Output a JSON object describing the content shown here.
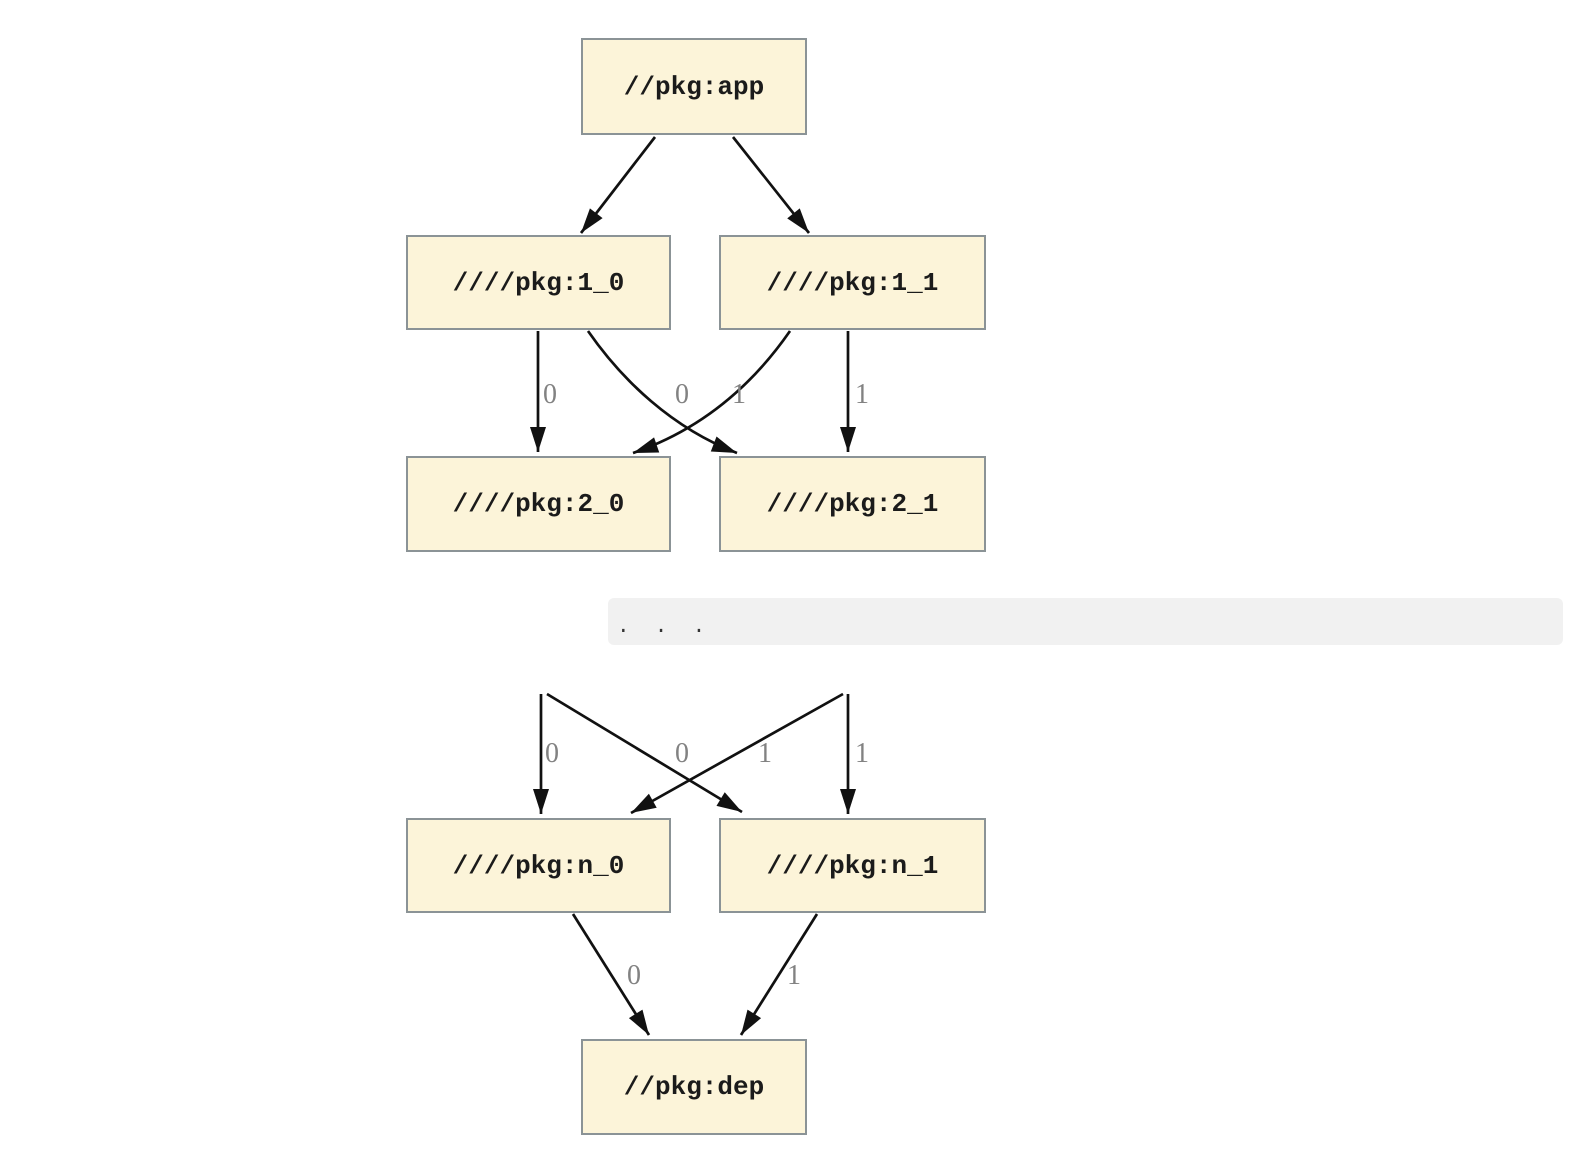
{
  "nodes": {
    "app": {
      "label": "//pkg:app"
    },
    "l1_0": {
      "label": "////pkg:1_0"
    },
    "l1_1": {
      "label": "////pkg:1_1"
    },
    "l2_0": {
      "label": "////pkg:2_0"
    },
    "l2_1": {
      "label": "////pkg:2_1"
    },
    "ln_0": {
      "label": "////pkg:n_0"
    },
    "ln_1": {
      "label": "////pkg:n_1"
    },
    "dep": {
      "label": "//pkg:dep"
    }
  },
  "edges": [
    {
      "from": "//pkg:app",
      "to": "////pkg:1_0",
      "label": ""
    },
    {
      "from": "//pkg:app",
      "to": "////pkg:1_1",
      "label": ""
    },
    {
      "from": "////pkg:1_0",
      "to": "////pkg:2_0",
      "label": "0"
    },
    {
      "from": "////pkg:1_0",
      "to": "////pkg:2_1",
      "label": "1"
    },
    {
      "from": "////pkg:1_1",
      "to": "////pkg:2_0",
      "label": "0"
    },
    {
      "from": "////pkg:1_1",
      "to": "////pkg:2_1",
      "label": "1"
    },
    {
      "from": "...",
      "to": "////pkg:n_0",
      "label": "0"
    },
    {
      "from": "...",
      "to": "////pkg:n_1",
      "label": "1"
    },
    {
      "from": "...",
      "to": "////pkg:n_0",
      "label": "0"
    },
    {
      "from": "...",
      "to": "////pkg:n_1",
      "label": "1"
    },
    {
      "from": "////pkg:n_0",
      "to": "//pkg:dep",
      "label": "0"
    },
    {
      "from": "////pkg:n_1",
      "to": "//pkg:dep",
      "label": "1"
    }
  ],
  "ellipsis": ".  .  .",
  "colors": {
    "node_fill": "#FCF4D9",
    "node_border": "#8B9396",
    "edge": "#111111",
    "edge_label": "#828282",
    "ellipsis_bar_bg": "#F1F1F1",
    "ellipsis_text": "#333333"
  }
}
